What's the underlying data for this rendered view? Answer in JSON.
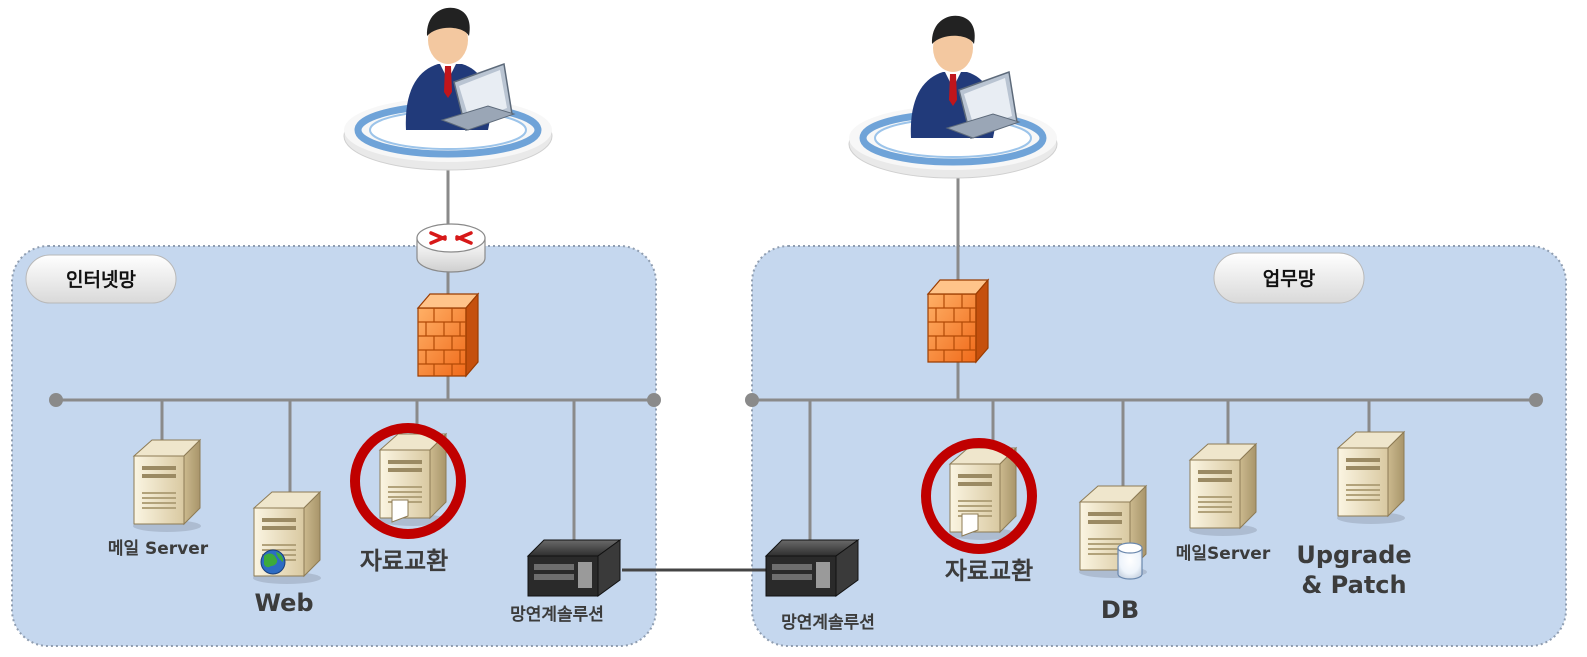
{
  "zones": {
    "internet": {
      "label": "인터넷망"
    },
    "business": {
      "label": "업무망"
    }
  },
  "internet": {
    "mail_server": "메일 Server",
    "web_server": "Web",
    "exchange_server": "자료교환",
    "link_solution": "망연계솔루션"
  },
  "business": {
    "link_solution": "망연계솔루션",
    "exchange_server": "자료교환",
    "db_server": "DB",
    "mail_server": "메일Server",
    "upgrade_line1": "Upgrade",
    "upgrade_line2": "& Patch"
  },
  "colors": {
    "zone_fill": "#c5d7ee",
    "highlight_ring": "#c00000",
    "line": "#8a8a8a"
  }
}
